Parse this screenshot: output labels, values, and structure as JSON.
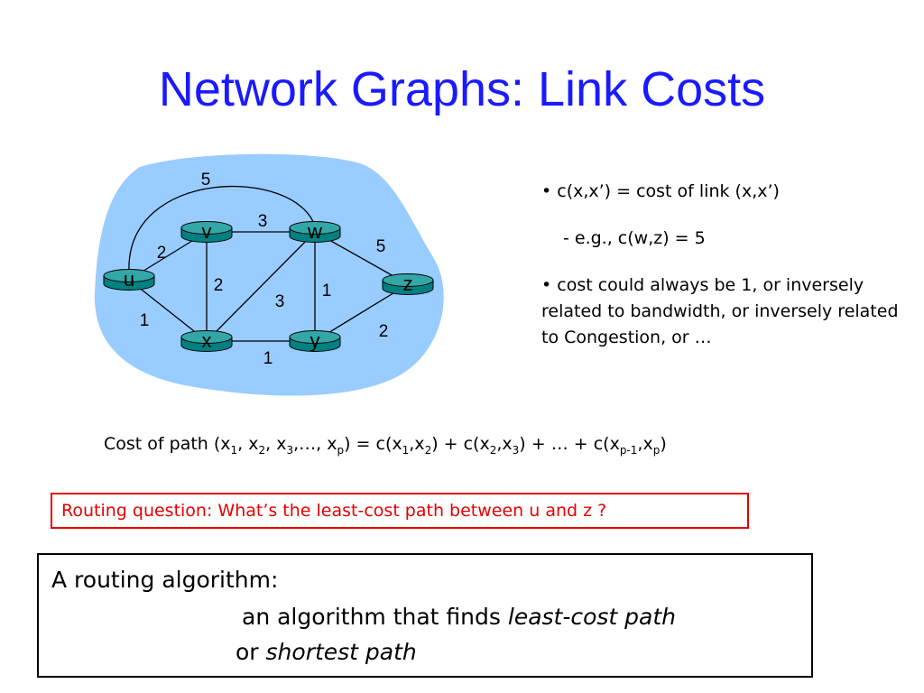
{
  "slide": {
    "title": "Network Graphs: Link Costs"
  },
  "graph": {
    "nodes": [
      {
        "id": "u",
        "label": "u"
      },
      {
        "id": "v",
        "label": "v"
      },
      {
        "id": "w",
        "label": "w"
      },
      {
        "id": "x",
        "label": "x"
      },
      {
        "id": "y",
        "label": "y"
      },
      {
        "id": "z",
        "label": "z"
      }
    ],
    "edges": [
      {
        "from": "u",
        "to": "w",
        "cost": "5"
      },
      {
        "from": "v",
        "to": "w",
        "cost": "3"
      },
      {
        "from": "u",
        "to": "v",
        "cost": "2"
      },
      {
        "from": "w",
        "to": "z",
        "cost": "5"
      },
      {
        "from": "v",
        "to": "x",
        "cost": "2"
      },
      {
        "from": "x",
        "to": "w",
        "cost": "3"
      },
      {
        "from": "w",
        "to": "y",
        "cost": "1"
      },
      {
        "from": "u",
        "to": "x",
        "cost": "1"
      },
      {
        "from": "y",
        "to": "z",
        "cost": "2"
      },
      {
        "from": "x",
        "to": "y",
        "cost": "1"
      }
    ],
    "colors": {
      "cloud": "#99ccff",
      "router": "#008080",
      "router_top": "#33a6a6"
    }
  },
  "bullets": {
    "b1": "• c(x,x’) = cost of link (x,x’)",
    "b1_example": "- e.g., c(w,z) = 5",
    "b2": "• cost could always be 1, or inversely related to bandwidth, or inversely related to Congestion, or …"
  },
  "path_cost": {
    "p1": "Cost of path (x",
    "s1": "1",
    "p2": ", x",
    "s2": "2",
    "p3": ", x",
    "s3": "3",
    "p4": ",…, x",
    "s4": "p",
    "p5": ") = c(x",
    "s5": "1",
    "p6": ",x",
    "s6": "2",
    "p7": ") + c(x",
    "s7": "2",
    "p8": ",x",
    "s8": "3",
    "p9": ") + … + c(x",
    "s9": "p-1",
    "p10": ",x",
    "s10": "p",
    "p11": ")"
  },
  "routing_question": "Routing question: What’s the least-cost path between u and z ?",
  "algorithm_box": {
    "line1": "A routing algorithm:",
    "line2_prefix": "an algorithm that finds ",
    "line2_em": "least-cost path",
    "line3_prefix": "or ",
    "line3_em": "shortest path"
  },
  "colors": {
    "title": "#1a1aff",
    "routing_border": "#e60000"
  }
}
